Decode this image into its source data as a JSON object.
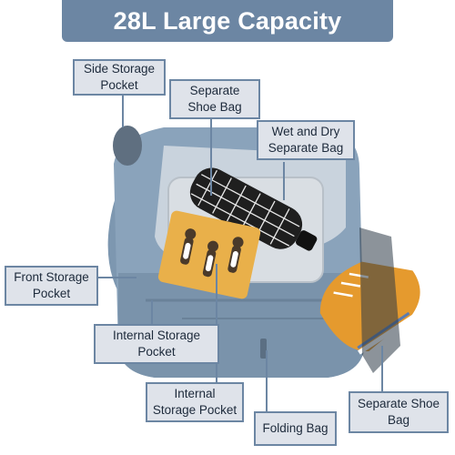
{
  "title": "28L Large Capacity",
  "callouts": {
    "side_storage": "Side Storage Pocket",
    "separate_shoe_top": "Separate Shoe Bag",
    "wet_dry": "Wet and Dry Separate Bag",
    "front_storage": "Front Storage Pocket",
    "internal_storage_1": "Internal Storage Pocket",
    "internal_storage_2": "Internal Storage Pocket",
    "folding_bag": "Folding Bag",
    "separate_shoe_bottom": "Separate Shoe Bag"
  },
  "colors": {
    "accent": "#6c86a3",
    "callout_fill": "#dfe3ea",
    "bag_body": "#8aa3bb",
    "shoe": "#e59a2e"
  }
}
